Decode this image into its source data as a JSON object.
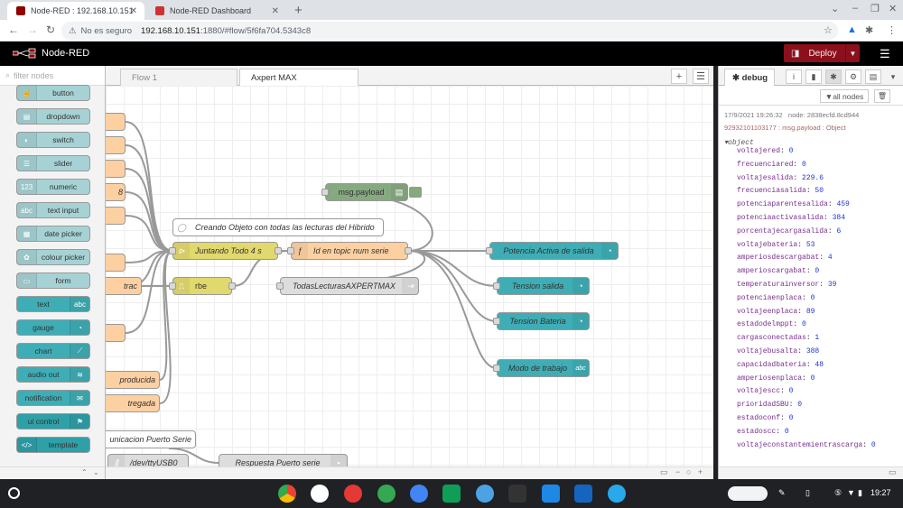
{
  "browser": {
    "tabs": [
      {
        "title": "Node-RED : 192.168.10.151"
      },
      {
        "title": "Node-RED Dashboard"
      }
    ],
    "security_label": "No es seguro",
    "url_host": "192.168.10.151",
    "url_rest": ":1880/#flow/5f6fa704.5343c8"
  },
  "header": {
    "title": "Node-RED",
    "deploy_label": "Deploy"
  },
  "palette": {
    "filter_placeholder": "filter nodes",
    "nodes": [
      {
        "label": "button",
        "icon": "hand-icon"
      },
      {
        "label": "dropdown",
        "icon": "list-icon"
      },
      {
        "label": "switch",
        "icon": "toggle-icon"
      },
      {
        "label": "slider",
        "icon": "sliders-icon"
      },
      {
        "label": "numeric",
        "icon": "123"
      },
      {
        "label": "text input",
        "icon": "abc"
      },
      {
        "label": "date picker",
        "icon": "calendar-icon"
      },
      {
        "label": "colour picker",
        "icon": "palette-icon"
      },
      {
        "label": "form",
        "icon": "form-icon"
      },
      {
        "label": "text",
        "icon": "abc"
      },
      {
        "label": "gauge",
        "icon": "gauge-icon"
      },
      {
        "label": "chart",
        "icon": "chart-icon"
      },
      {
        "label": "audio out",
        "icon": "audio-icon"
      },
      {
        "label": "notification",
        "icon": "envelope-icon"
      },
      {
        "label": "ui control",
        "icon": "control-icon"
      },
      {
        "label": "template",
        "icon": "code-icon"
      }
    ]
  },
  "workspace": {
    "tabs": [
      {
        "label": "Flow 1"
      },
      {
        "label": "Axpert MAX"
      }
    ],
    "flow_nodes": {
      "msg_payload": "msg.payload",
      "comment": "Creando Objeto con todas las lecturas del Hibrido",
      "juntando": "Juntando Todo 4 s",
      "id_topic": "Id en topic num serie",
      "rbe": "rbe",
      "trac": "trac",
      "todas": "TodasLecturasAXPERTMAX",
      "potencia": "Potencia Activa de salida",
      "tension_salida": "Tension salida",
      "tension_bateria": "Tension Bateria",
      "modo": "Modo de trabajo",
      "producida": "producida",
      "entregada": "tregada",
      "comunicacion": "unicacion Puerto Serie",
      "dev_tty": "/dev/ttyUSB0",
      "respuesta": "Respuesta Puerto serie",
      "partial_8": "8"
    }
  },
  "sidebar": {
    "tab_label": "debug",
    "all_nodes_label": "all nodes",
    "message": {
      "timestamp": "17/9/2021 19:26:32",
      "node": "node: 2838ecfd.8cd944",
      "topic": "92932101103177 : msg.payload : Object",
      "object_label": "object",
      "fields": [
        {
          "k": "voltajered",
          "v": "0"
        },
        {
          "k": "frecuenciared",
          "v": "0"
        },
        {
          "k": "voltajesalida",
          "v": "229.6"
        },
        {
          "k": "frecuenciasalida",
          "v": "50"
        },
        {
          "k": "potenciaparentesalida",
          "v": "459"
        },
        {
          "k": "potenciaactivasalida",
          "v": "384"
        },
        {
          "k": "porcentajecargasalida",
          "v": "6"
        },
        {
          "k": "voltajebateria",
          "v": "53"
        },
        {
          "k": "amperiosdescargabat",
          "v": "4"
        },
        {
          "k": "amperioscargabat",
          "v": "0"
        },
        {
          "k": "temperaturainversor",
          "v": "39"
        },
        {
          "k": "potenciaenplaca",
          "v": "0"
        },
        {
          "k": "voltajeenplaca",
          "v": "89"
        },
        {
          "k": "estadodelmppt",
          "v": "0"
        },
        {
          "k": "cargasconectadas",
          "v": "1"
        },
        {
          "k": "voltajebusalta",
          "v": "388"
        },
        {
          "k": "capacidadbateria",
          "v": "48"
        },
        {
          "k": "amperiosenplaca",
          "v": "0"
        },
        {
          "k": "voltajescc",
          "v": "0"
        },
        {
          "k": "prioridadSBU",
          "v": "0"
        },
        {
          "k": "estadoconf",
          "v": "0"
        },
        {
          "k": "estadoscc",
          "v": "0"
        },
        {
          "k": "voltajeconstantemientrascarga",
          "v": "0"
        }
      ]
    }
  },
  "shelf": {
    "clock": "19:27"
  },
  "colors": {
    "dashboard_node": "#3fadb5",
    "function_node": "#fdd0a2",
    "debug_node": "#87a980",
    "deploy": "#8c101c"
  }
}
